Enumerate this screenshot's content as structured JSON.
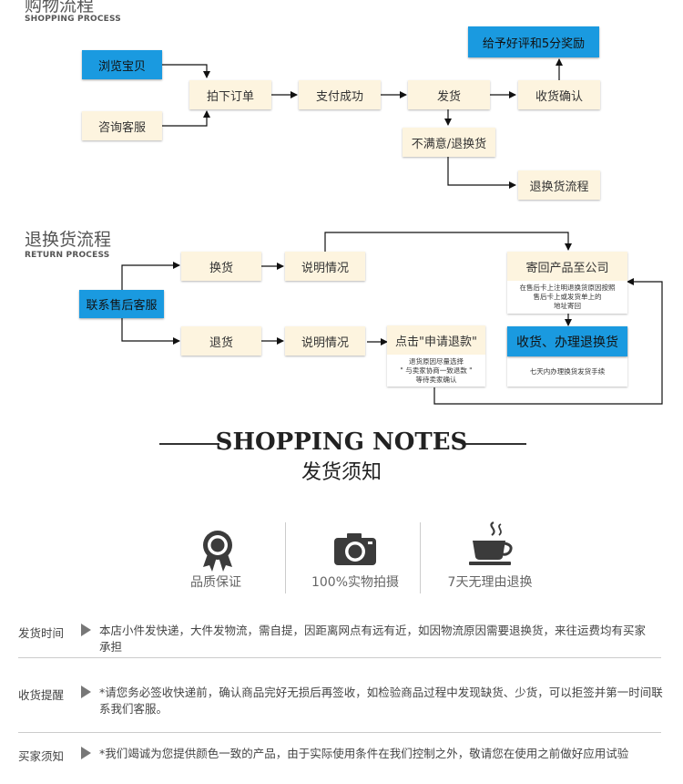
{
  "shopping": {
    "title": "购物流程",
    "subtitle": "SHOPPING PROCESS",
    "browse": "浏览宝贝",
    "consult": "咨询客服",
    "order": "拍下订单",
    "paid": "支付成功",
    "ship": "发货",
    "confirm": "收货确认",
    "review": "给予好评和5分奖励",
    "unsatisfied": "不满意/退换货",
    "return_flow": "退换货流程"
  },
  "return": {
    "title": "退换货流程",
    "subtitle": "RETURN PROCESS",
    "contact": "联系售后客服",
    "exchange": "换货",
    "refund": "退货",
    "explain1": "说明情况",
    "explain2": "说明情况",
    "click_apply": "点击\"申请退款\"",
    "apply_note_1": "退货原因尽量选择",
    "apply_note_2": "\" 与卖家协商一致退款 \"",
    "apply_note_3": "等待卖家确认",
    "send_back": "寄回产品至公司",
    "send_note_1": "在售后卡上注明退换货原因按照",
    "send_note_2": "售后卡上或发货单上的",
    "send_note_3": "地址寄回",
    "receive": "收货、办理退换货",
    "receive_note": "七天内办理换货发货手续"
  },
  "notes": {
    "heading": "SHOPPING NOTES",
    "subheading": "发货须知"
  },
  "features": [
    {
      "label": "品质保证",
      "icon": "award-ribbon-icon"
    },
    {
      "label": "100%实物拍摄",
      "icon": "camera-icon"
    },
    {
      "label": "7天无理由退换",
      "icon": "coffee-cup-icon"
    }
  ],
  "policies": [
    {
      "label": "发货时间",
      "text": "本店小件发快递，大件发物流，需自提，因距离网点有远有近，如因物流原因需要退换货，来往运费均有买家承担"
    },
    {
      "label": "收货提醒",
      "text": "*请您务必签收快递前，确认商品完好无损后再签收，如检验商品过程中发现缺货、少货，可以拒签并第一时间联系我们客服。"
    },
    {
      "label": "买家须知",
      "text": "*我们竭诚为您提供颜色一致的产品，由于实际使用条件在我们控制之外，敬请您在使用之前做好应用试验"
    }
  ],
  "colors": {
    "blue_box": "#1a9ae0",
    "cream_box": "#fdf4df",
    "arrow": "#111111",
    "divider": "#cccccc"
  }
}
